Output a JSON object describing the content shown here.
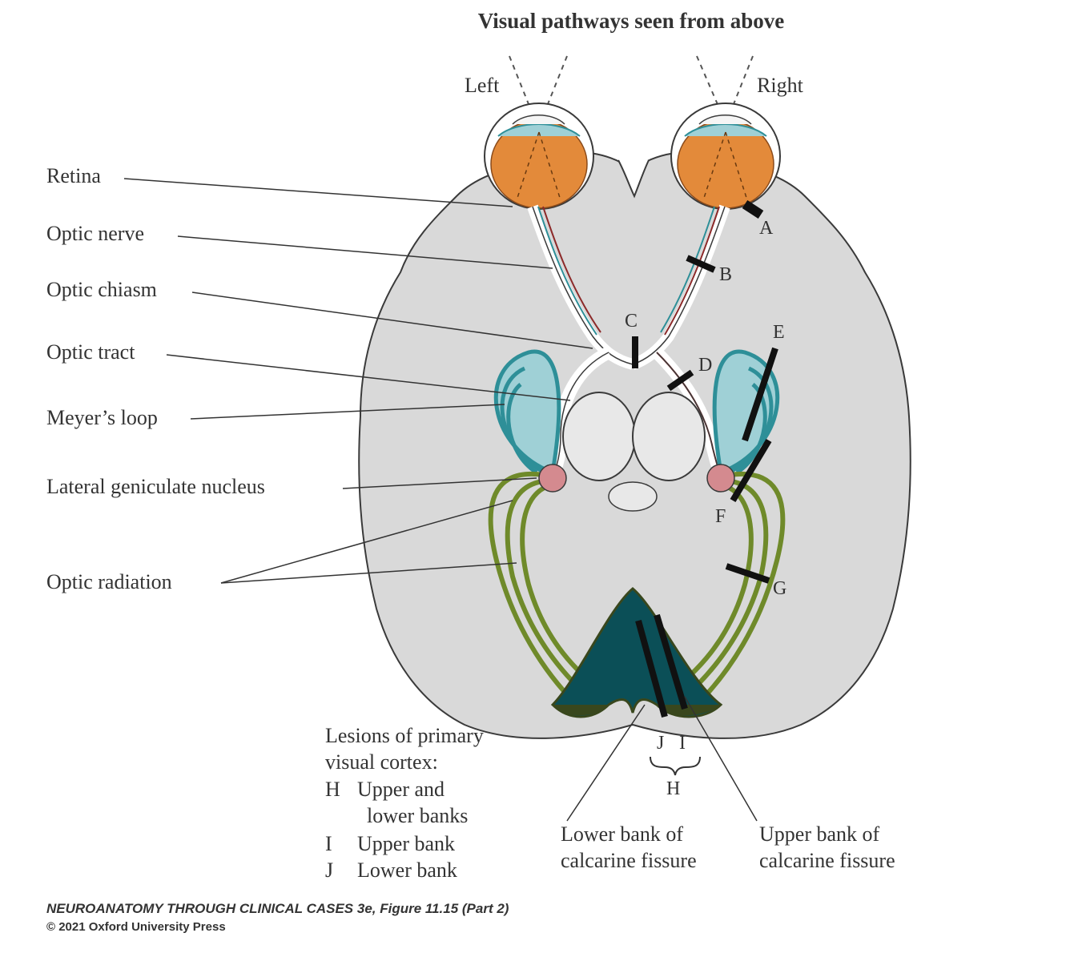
{
  "title": "Visual pathways seen from above",
  "sides": {
    "left": "Left",
    "right": "Right"
  },
  "structures": {
    "retina": "Retina",
    "optic_nerve": "Optic nerve",
    "optic_chiasm": "Optic chiasm",
    "optic_tract": "Optic tract",
    "meyers_loop": "Meyer’s loop",
    "lgn": "Lateral geniculate nucleus",
    "optic_radiation": "Optic radiation"
  },
  "lesions": {
    "A": "A",
    "B": "B",
    "C": "C",
    "D": "D",
    "E": "E",
    "F": "F",
    "G": "G",
    "H": "H",
    "I": "I",
    "J": "J"
  },
  "cortex_legend": {
    "line1": "Lesions of primary",
    "line2": "visual cortex:",
    "h_key": "H",
    "h_text1": "Upper and",
    "h_text2": "lower banks",
    "i_key": "I",
    "i_text": "Upper bank",
    "j_key": "J",
    "j_text": "Lower bank"
  },
  "calcarine": {
    "lower_line1": "Lower bank of",
    "lower_line2": "calcarine fissure",
    "upper_line1": "Upper bank of",
    "upper_line2": "calcarine fissure"
  },
  "caption": "NEUROANATOMY THROUGH CLINICAL CASES 3e, Figure 11.15 (Part 2)",
  "copyright": "© 2021 Oxford University Press",
  "colors": {
    "brain": "#d9d9d9",
    "brain_outline": "#3a3a3a",
    "eye": "#e38a3a",
    "teal": "#2e8f98",
    "teal_light": "#9fd0d6",
    "olive": "#6f8a2a",
    "olive_light": "#c9d68b",
    "dark_teal": "#0b4f57",
    "dark_olive": "#39471d",
    "lgn": "#d48a8f",
    "nerve_red": "#8c2a2a",
    "lesion": "#111111"
  }
}
